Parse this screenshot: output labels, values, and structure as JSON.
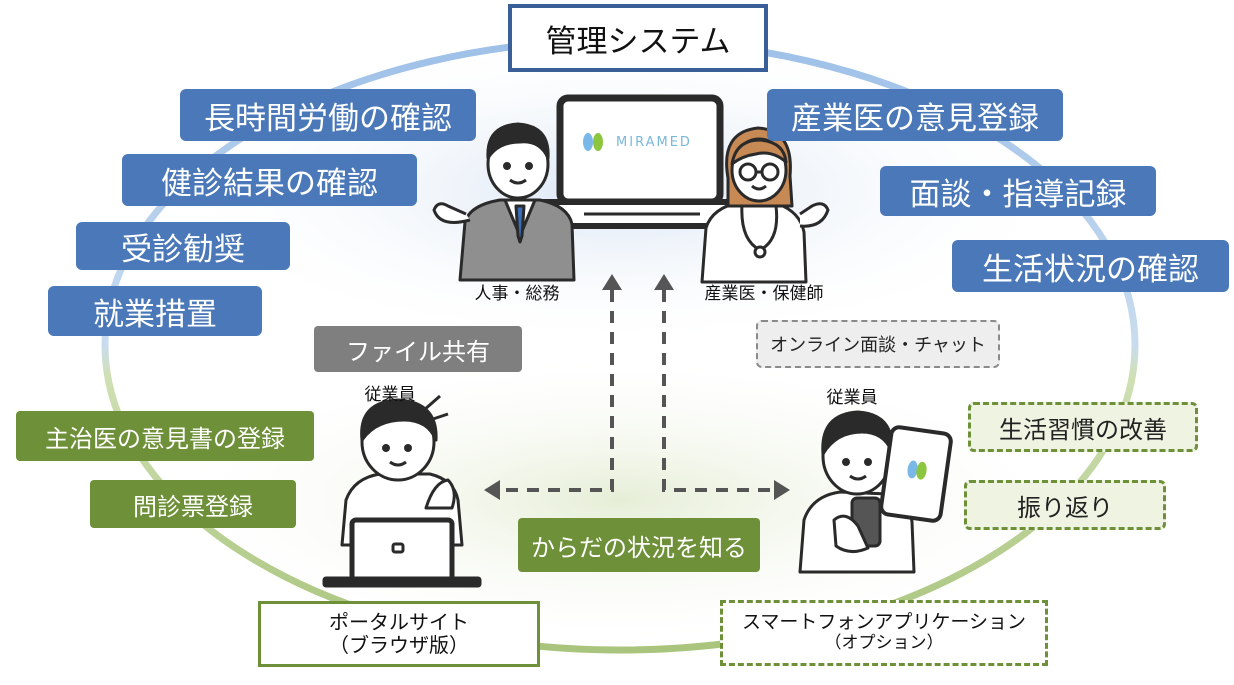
{
  "title": "管理システム",
  "logo_text": "MIRAMED",
  "admin_functions": [
    "長時間労働の確認",
    "健診結果の確認",
    "受診勧奨",
    "就業措置"
  ],
  "doctor_functions": [
    "産業医の意見登録",
    "面談・指導記録",
    "生活状況の確認"
  ],
  "hr_label": "人事・総務",
  "doctor_label": "産業医・保健師",
  "file_share": "ファイル共有",
  "online_chat": "オンライン面談・チャット",
  "employee_left": "従業員",
  "employee_right": "従業員",
  "portal_functions": [
    "主治医の意見書の登録",
    "問診票登録"
  ],
  "body_status": "からだの状況を知る",
  "app_functions": [
    "生活習慣の改善",
    "振り返り"
  ],
  "portal": {
    "line1": "ポータルサイト",
    "line2": "（ブラウザ版）"
  },
  "app": {
    "line1": "スマートフォンアプリケーション",
    "line2": "（オプション）"
  },
  "colors": {
    "blue": "#4a78b8",
    "green": "#6e9038",
    "grey": "#7f7f7f",
    "title_border": "#3a5f98"
  }
}
